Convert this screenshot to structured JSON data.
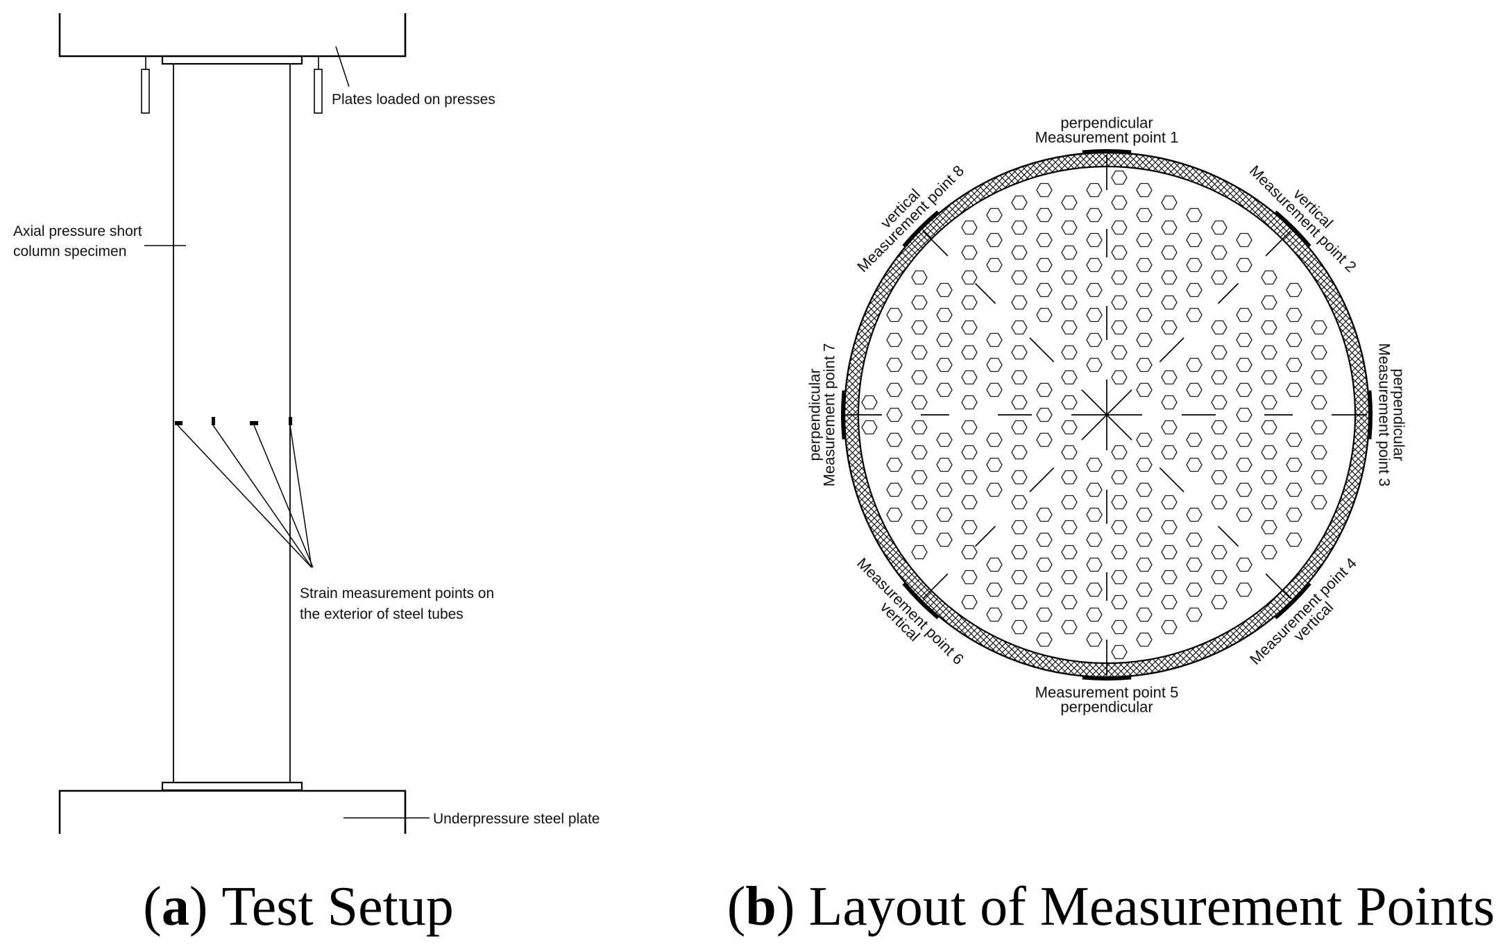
{
  "figure": {
    "panel_a": {
      "labels": {
        "top_plate": "Plates loaded on presses",
        "specimen": [
          "Axial pressure short",
          "column specimen"
        ],
        "strain_points": [
          "Strain measurement points on",
          "the exterior of steel tubes"
        ],
        "bottom_plate": "Underpressure steel plate"
      },
      "caption": {
        "open": "(",
        "letter": "a",
        "close": ")",
        "title": "Test Setup"
      }
    },
    "panel_b": {
      "measurement_points": [
        {
          "label": "Measurement point 1",
          "orientation": "perpendicular"
        },
        {
          "label": "Measurement point 2",
          "orientation": "vertical"
        },
        {
          "label": "Measurement point 3",
          "orientation": "perpendicular"
        },
        {
          "label": "Measurement point 4",
          "orientation": "vertical"
        },
        {
          "label": "Measurement point 5",
          "orientation": "perpendicular"
        },
        {
          "label": "Measurement point 6",
          "orientation": "vertical"
        },
        {
          "label": "Measurement point 7",
          "orientation": "perpendicular"
        },
        {
          "label": "Measurement point 8",
          "orientation": "vertical"
        }
      ],
      "caption": {
        "open": "(",
        "letter": "b",
        "close": ")",
        "title": "Layout of Measurement Points"
      }
    }
  }
}
